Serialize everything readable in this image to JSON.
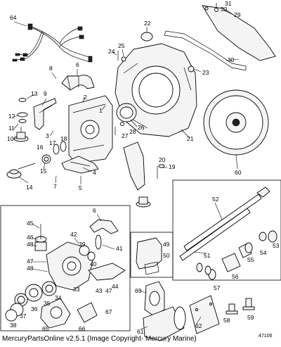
{
  "footer_text": "MercuryPartsOnline v2.5.1 (Image Copyright- Mercury Marine)",
  "drawing_code": "47106",
  "callouts": {
    "c1": "1",
    "c2": "2",
    "c3": "3",
    "c4": "4",
    "c5": "5",
    "c6": "6",
    "c6b": "6",
    "c7": "7",
    "c8": "8",
    "c9": "9",
    "c10": "10",
    "c11": "11",
    "c12": "12",
    "c13": "13",
    "c14": "14",
    "c15": "15",
    "c16": "16",
    "c17": "17",
    "c18": "18",
    "c19": "19",
    "c20": "20",
    "c21": "21",
    "c22": "22",
    "c23": "23",
    "c24": "24",
    "c25": "25",
    "c26": "26",
    "c27": "27",
    "c28": "28",
    "c29": "29",
    "c30": "30",
    "c31": "31",
    "c32": "32",
    "c33": "33",
    "c34": "34",
    "c35": "35",
    "c36": "36",
    "c37": "37",
    "c38": "38",
    "c39": "39",
    "c40": "40",
    "c41": "41",
    "c42": "42",
    "c43": "43",
    "c44": "44",
    "c45": "45",
    "c46": "46",
    "c47": "47",
    "c47b": "47",
    "c48": "48",
    "c48b": "48",
    "c49": "49",
    "c50": "50",
    "c51": "51",
    "c52": "52",
    "c53": "53",
    "c54": "54",
    "c55": "55",
    "c56": "56",
    "c57": "57",
    "c58": "58",
    "c59": "59",
    "c60": "60",
    "c61": "61",
    "c62": "62",
    "c63": "63",
    "c64": "64",
    "c65": "65",
    "c66": "66",
    "c67": "67"
  }
}
